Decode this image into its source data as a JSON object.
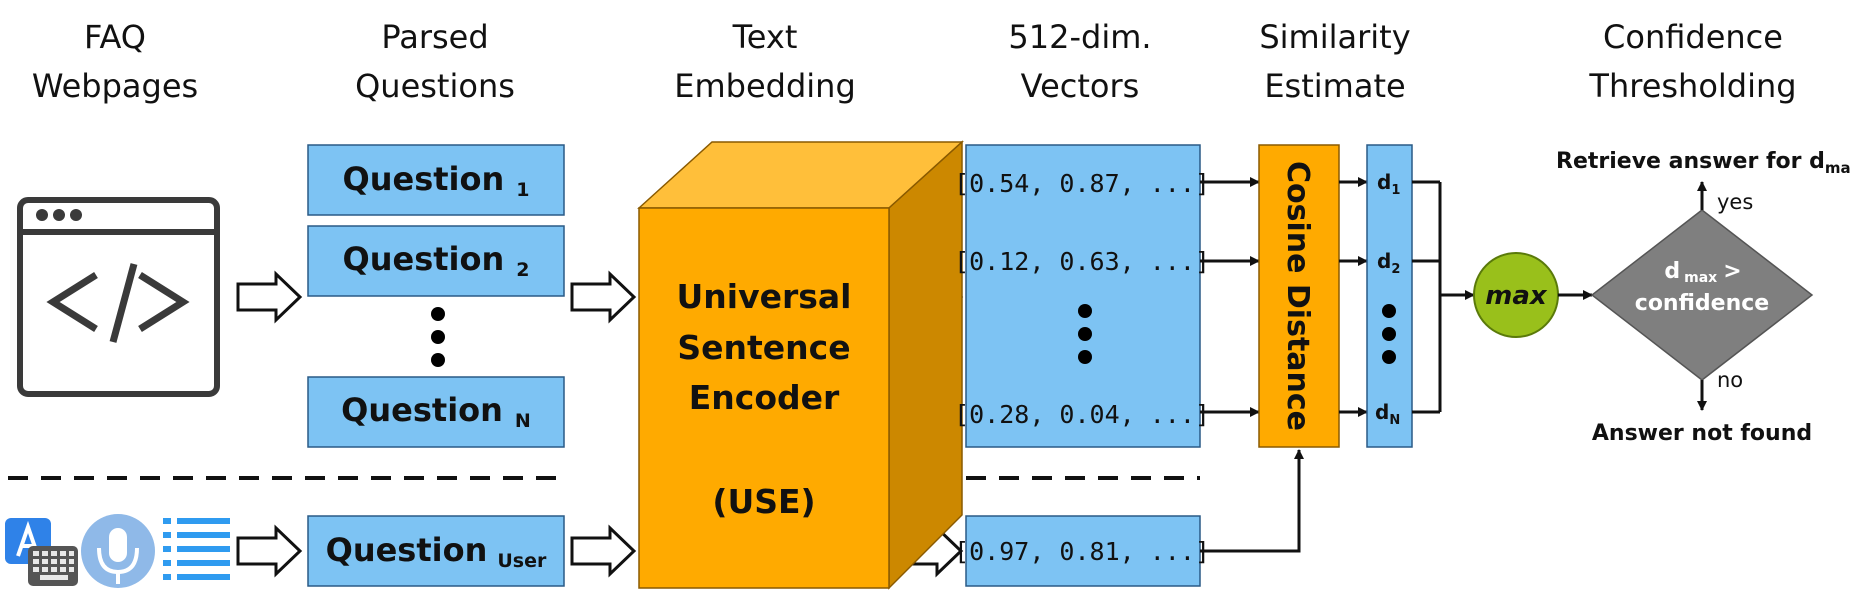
{
  "headers": {
    "faq": [
      "FAQ",
      "Webpages"
    ],
    "parsed": [
      "Parsed",
      "Questions"
    ],
    "embedding": [
      "Text",
      "Embedding"
    ],
    "vectors": [
      "512-dim.",
      "Vectors"
    ],
    "similarity": [
      "Similarity",
      "Estimate"
    ],
    "confidence": [
      "Confidence",
      "Thresholding"
    ]
  },
  "questions": {
    "label": "Question",
    "q1_sub": "1",
    "q2_sub": "2",
    "qn_sub": "N",
    "user_sub": "User"
  },
  "encoder": {
    "line1": "Universal",
    "line2": "Sentence",
    "line3": "Encoder",
    "line4": "(USE)"
  },
  "vectors": {
    "v1": "[0.54, 0.87, ...]",
    "v2": "[0.12, 0.63, ...]",
    "vn": "[0.28, 0.04, ...]",
    "vuser": "[0.97, 0.81, ...]"
  },
  "cosine_label": "Cosine Distance",
  "distances": {
    "prefix": "d",
    "d1_sub": "1",
    "d2_sub": "2",
    "dn_sub": "N"
  },
  "max_label": "max",
  "decision": {
    "line1_main": "d",
    "line1_sub": "max",
    "line1_op": ">",
    "line2": "confidence",
    "yes": "yes",
    "no": "no",
    "retrieve_main": "Retrieve answer for d",
    "retrieve_sub": "max",
    "not_found": "Answer not found"
  },
  "colors": {
    "box_blue": "#7dc3f3",
    "encoder_front": "#ffaa00",
    "encoder_top": "#ffbf3a",
    "encoder_side": "#cc8800",
    "max_green": "#99c01b",
    "diamond_gray": "#7f7f7f",
    "browser_icon": "#3a3a3a",
    "mic_blue": "#8fb9e8",
    "list_blue": "#2f9bf0",
    "translate_blue": "#2f82e8"
  }
}
